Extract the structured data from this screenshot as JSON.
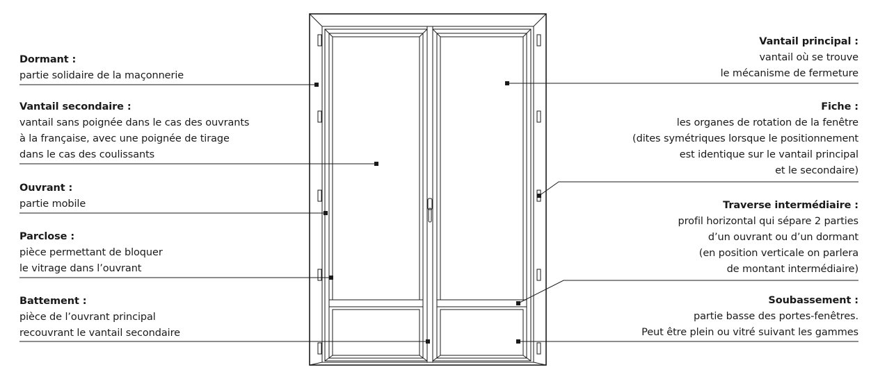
{
  "labels_left": [
    {
      "title": "Dormant :",
      "lines": [
        "partie solidaire de la maçonnerie"
      ]
    },
    {
      "title": "Vantail secondaire :",
      "lines": [
        "vantail sans poignée dans le cas des ouvrants",
        "à la française, avec une poignée de tirage",
        "dans le cas des coulissants"
      ]
    },
    {
      "title": "Ouvrant :",
      "lines": [
        "partie mobile"
      ]
    },
    {
      "title": "Parclose :",
      "lines": [
        "pièce permettant de bloquer",
        "le vitrage dans l’ouvrant"
      ]
    },
    {
      "title": "Battement :",
      "lines": [
        "pièce de l’ouvrant principal",
        "recouvrant le vantail secondaire"
      ]
    }
  ],
  "labels_right": [
    {
      "title": "Vantail principal :",
      "lines": [
        "vantail où se trouve",
        "le mécanisme de fermeture"
      ]
    },
    {
      "title": "Fiche :",
      "lines": [
        "les organes de rotation de la fenêtre",
        "(dites symétriques lorsque le positionnement",
        "est identique sur le vantail principal",
        "et le secondaire)"
      ]
    },
    {
      "title": "Traverse intermédiaire :",
      "lines": [
        "profil horizontal qui sépare 2 parties",
        "d’un ouvrant ou d’un dormant",
        "(en position verticale on parlera",
        "de montant intermédiaire)"
      ]
    },
    {
      "title": "Soubassement :",
      "lines": [
        "partie basse des portes-fenêtres.",
        "Peut être plein ou vitré suivant les gammes"
      ]
    }
  ],
  "colors": {
    "line": "#1a1a1a",
    "background": "#ffffff"
  }
}
